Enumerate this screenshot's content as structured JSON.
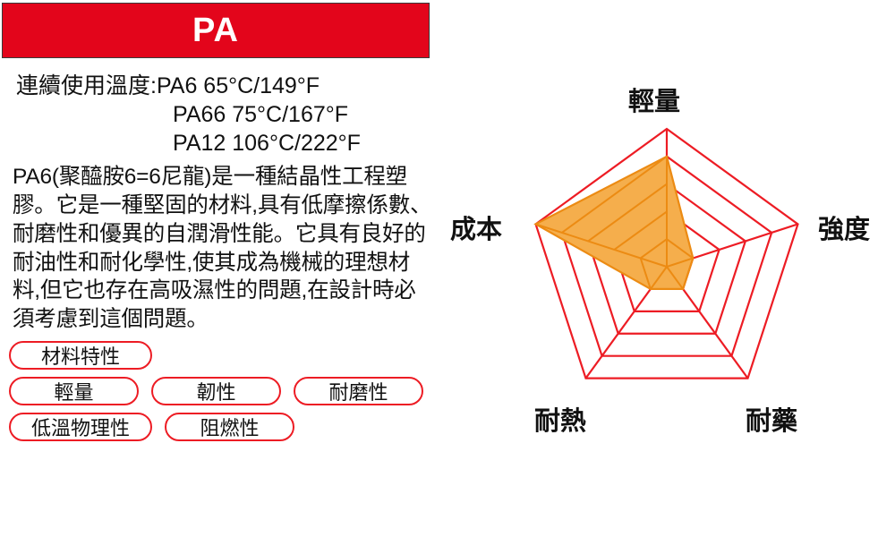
{
  "header": {
    "title": "PA",
    "bar_color": "#E3051B",
    "text_color": "#FFFFFF"
  },
  "temperature": {
    "line1": "連續使用溫度:PA6 65°C/149°F",
    "line2": "PA66 75°C/167°F",
    "line3": "PA12 106°C/222°F"
  },
  "description": "PA6(聚醯胺6=6尼龍)是一種結晶性工程塑膠。它是一種堅固的材料,具有低摩擦係數、耐磨性和優異的自潤滑性能。它具有良好的耐油性和耐化學性,使其成為機械的理想材料,但它也存在高吸濕性的問題,在設計時必須考慮到這個問題。",
  "tags": {
    "accent_color": "#ED1C24",
    "row1": [
      "材料特性"
    ],
    "row2": [
      "輕量",
      "韌性",
      "耐磨性"
    ],
    "row3": [
      "低溫物理性",
      "阻燃性"
    ]
  },
  "chart_data": {
    "type": "radar",
    "title": "",
    "categories": [
      "輕量",
      "強度",
      "耐藥",
      "耐熱",
      "成本"
    ],
    "values": [
      4,
      1,
      1,
      1,
      5
    ],
    "max": 5,
    "rings": 5,
    "grid": true,
    "grid_color": "#ED1C24",
    "fill_color": "#F5AE4C",
    "stroke_color": "#EC8B13",
    "legend": "none",
    "axis_labels": {
      "light": "輕量",
      "strength": "強度",
      "chemical": "耐藥",
      "heat": "耐熱",
      "cost": "成本"
    }
  }
}
